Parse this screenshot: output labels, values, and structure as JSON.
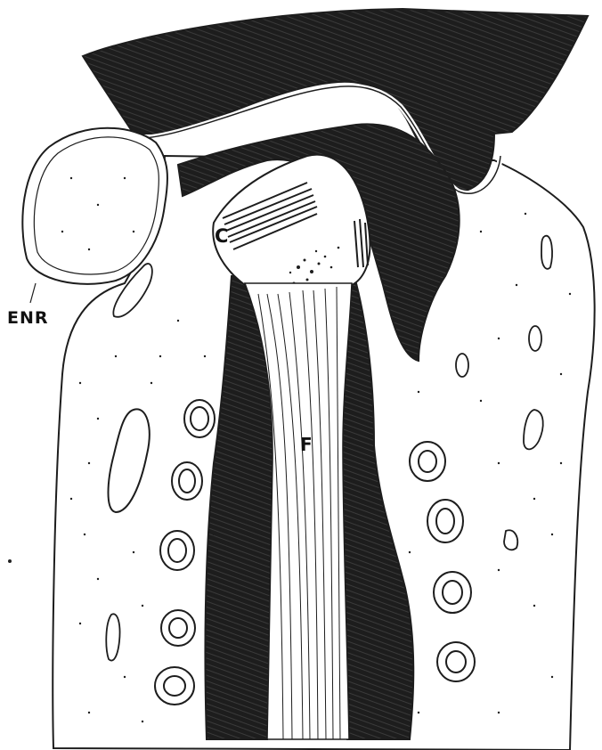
{
  "figure": {
    "labels": {
      "enr": "ENR",
      "c": "C",
      "f": "F"
    },
    "colors": {
      "ink": "#1d1d1d",
      "paper": "#ffffff",
      "highlight": "#f2f2f2"
    }
  }
}
